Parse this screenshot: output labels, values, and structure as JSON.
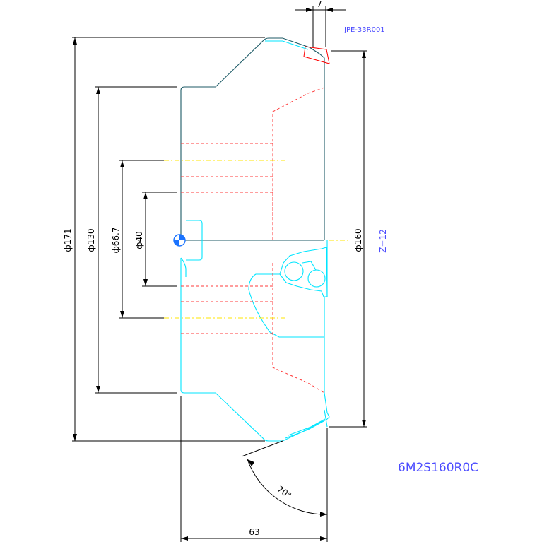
{
  "drawing": {
    "insert_code": "JPE-33R001",
    "teeth_count": "Z=12",
    "model_code": "6M2S160R0C",
    "dimensions": {
      "diameter_171": "ф171",
      "diameter_130": "ф130",
      "diameter_66_7": "ф66.7",
      "diameter_40": "ф40",
      "diameter_160": "ф160",
      "length_63": "63",
      "width_7": "7",
      "angle_70": "70°"
    },
    "colors": {
      "dimension": "#000000",
      "body_outline": "#00e5ff",
      "hidden_lines": "#ff3b3b",
      "centerlines": "#ffe600",
      "insert": "#ff0000",
      "annotation": "#4d4dff"
    }
  }
}
